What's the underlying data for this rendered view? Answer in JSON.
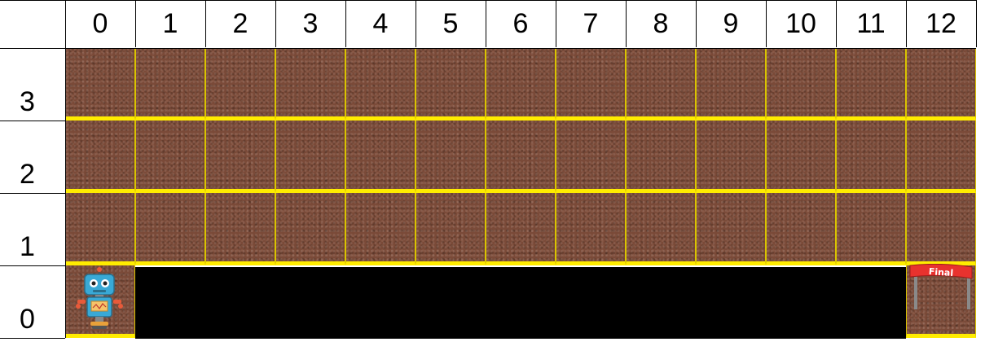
{
  "grid": {
    "columns": [
      "0",
      "1",
      "2",
      "3",
      "4",
      "5",
      "6",
      "7",
      "8",
      "9",
      "10",
      "11",
      "12"
    ],
    "rows": [
      "3",
      "2",
      "1",
      "0"
    ],
    "layout": [
      [
        "dirt",
        "dirt",
        "dirt",
        "dirt",
        "dirt",
        "dirt",
        "dirt",
        "dirt",
        "dirt",
        "dirt",
        "dirt",
        "dirt",
        "dirt"
      ],
      [
        "dirt",
        "dirt",
        "dirt",
        "dirt",
        "dirt",
        "dirt",
        "dirt",
        "dirt",
        "dirt",
        "dirt",
        "dirt",
        "dirt",
        "dirt"
      ],
      [
        "dirt",
        "dirt",
        "dirt",
        "dirt",
        "dirt",
        "dirt",
        "dirt",
        "dirt",
        "dirt",
        "dirt",
        "dirt",
        "dirt",
        "dirt"
      ],
      [
        "robot",
        "pit",
        "pit",
        "pit",
        "pit",
        "pit",
        "pit",
        "pit",
        "pit",
        "pit",
        "pit",
        "pit",
        "goal"
      ]
    ]
  },
  "robot": {
    "column": "0",
    "row": "0",
    "icon": "robot-icon"
  },
  "goal": {
    "column": "12",
    "row": "0",
    "icon": "finish-flag-icon",
    "label": "Final"
  },
  "colors": {
    "dirt": "#7a4a38",
    "pit": "#000000",
    "edge_highlight": "#ffec00",
    "flag_banner": "#e8322e",
    "robot_body": "#39a9d6"
  }
}
